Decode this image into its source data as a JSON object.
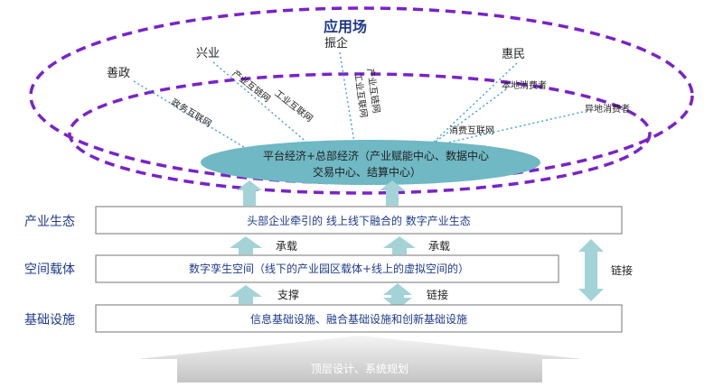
{
  "application_field": "应用场",
  "nodes": {
    "shanzheng": "善政",
    "xingye": "兴业",
    "zhenqi": "振企",
    "huimin": "惠民",
    "local_consumer": "本地消费者",
    "remote_consumer": "异地消费者"
  },
  "links": {
    "gov_internet": "政务互联网",
    "industry_chain_internet_a": "产业互链网",
    "industrial_internet_a": "工业互联网",
    "industry_chain_internet_b": "产业互链网",
    "industrial_internet_b": "工业互联网",
    "consumer_internet": "消费互联网"
  },
  "platform": {
    "line1": "平台经济+总部经济（产业赋能中心、数据中心",
    "line2": "交易中心、结算中心）"
  },
  "layers": [
    {
      "label": "产业生态",
      "content": "头部企业牵引的 线上线下融合的 数字产业生态"
    },
    {
      "label": "空间载体",
      "content": "数字孪生空间（线下的产业园区载体+线上的虚拟空间的）"
    },
    {
      "label": "基础设施",
      "content": "信息基础设施、融合基础设施和创新基础设施"
    }
  ],
  "arrow_labels": {
    "carry_left": "承载",
    "carry_right": "承载",
    "support": "支撑",
    "link_mid": "链接",
    "link_side": "链接"
  },
  "foundation": "顶层设计、系统规划",
  "colors": {
    "ellipse_dash": "#7a22c9",
    "platform_fill": "#6fb8c4",
    "arrow_fill": "#a3d3d6",
    "text_blue": "#1f3b8c",
    "foundation_fill": "#d0d0d0"
  }
}
